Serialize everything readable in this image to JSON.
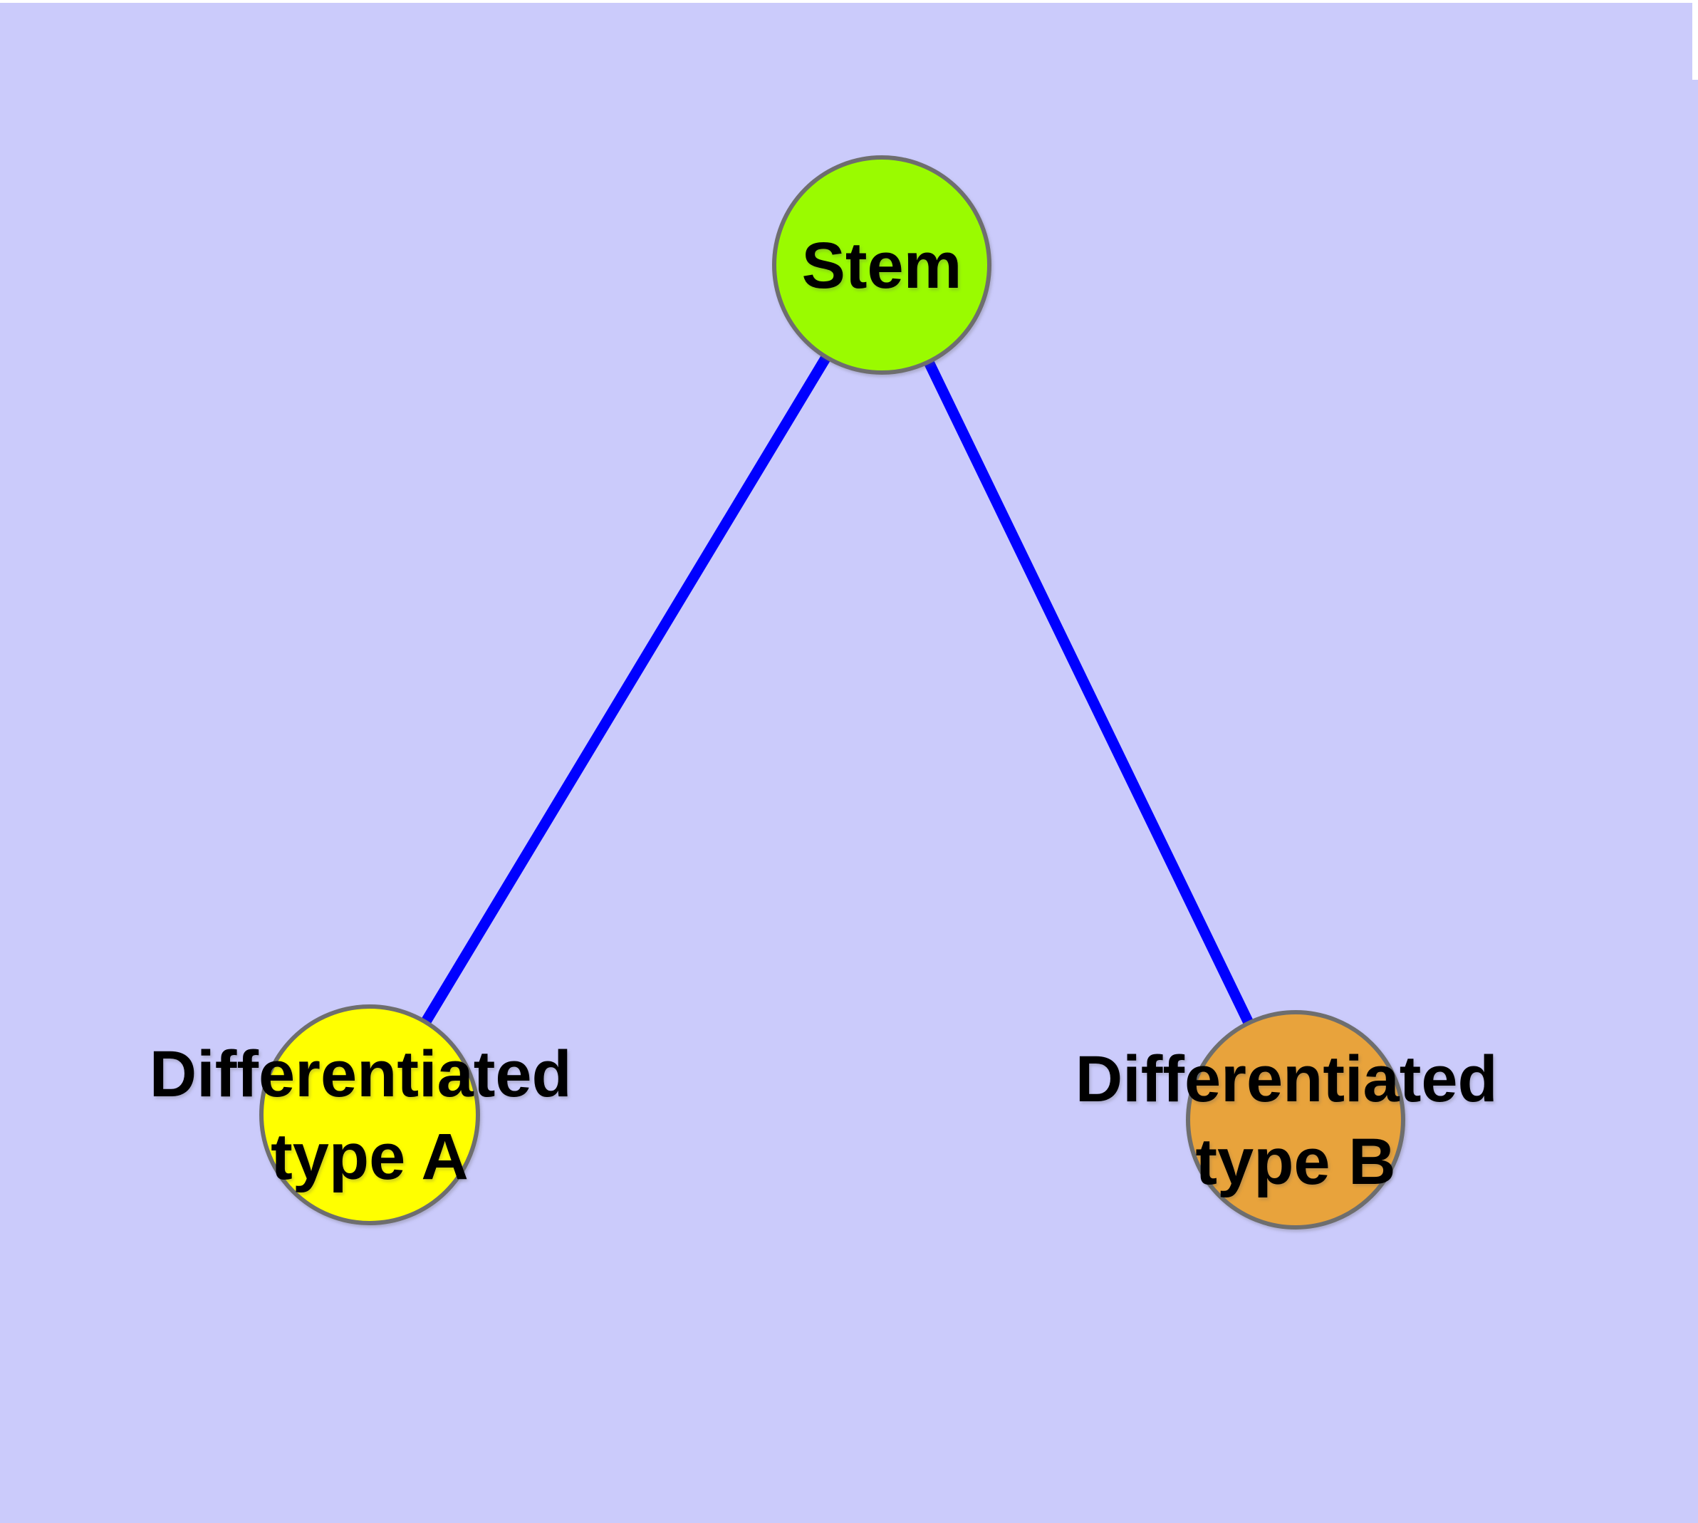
{
  "colors": {
    "background": "#CBCBFB",
    "page_margin": "#FFFFFF",
    "edge": "#0000FF",
    "node_border": "#6E6E6E",
    "label_text": "#000000"
  },
  "graph": {
    "type": "undirected-tree",
    "nodes": [
      {
        "id": "stem",
        "label": "Stem",
        "label_lines": [
          "Stem"
        ],
        "fill": "#9AFB00"
      },
      {
        "id": "differentiated-type-a",
        "label": "Differentiated type A",
        "label_lines": [
          "Differentiated",
          "type A"
        ],
        "fill": "#FFFF00"
      },
      {
        "id": "differentiated-type-b",
        "label": "Differentiated type B",
        "label_lines": [
          "Differentiated",
          "type B"
        ],
        "fill": "#E8A33C"
      }
    ],
    "edges": [
      {
        "from": "stem",
        "to": "differentiated-type-a"
      },
      {
        "from": "stem",
        "to": "differentiated-type-b"
      }
    ]
  }
}
